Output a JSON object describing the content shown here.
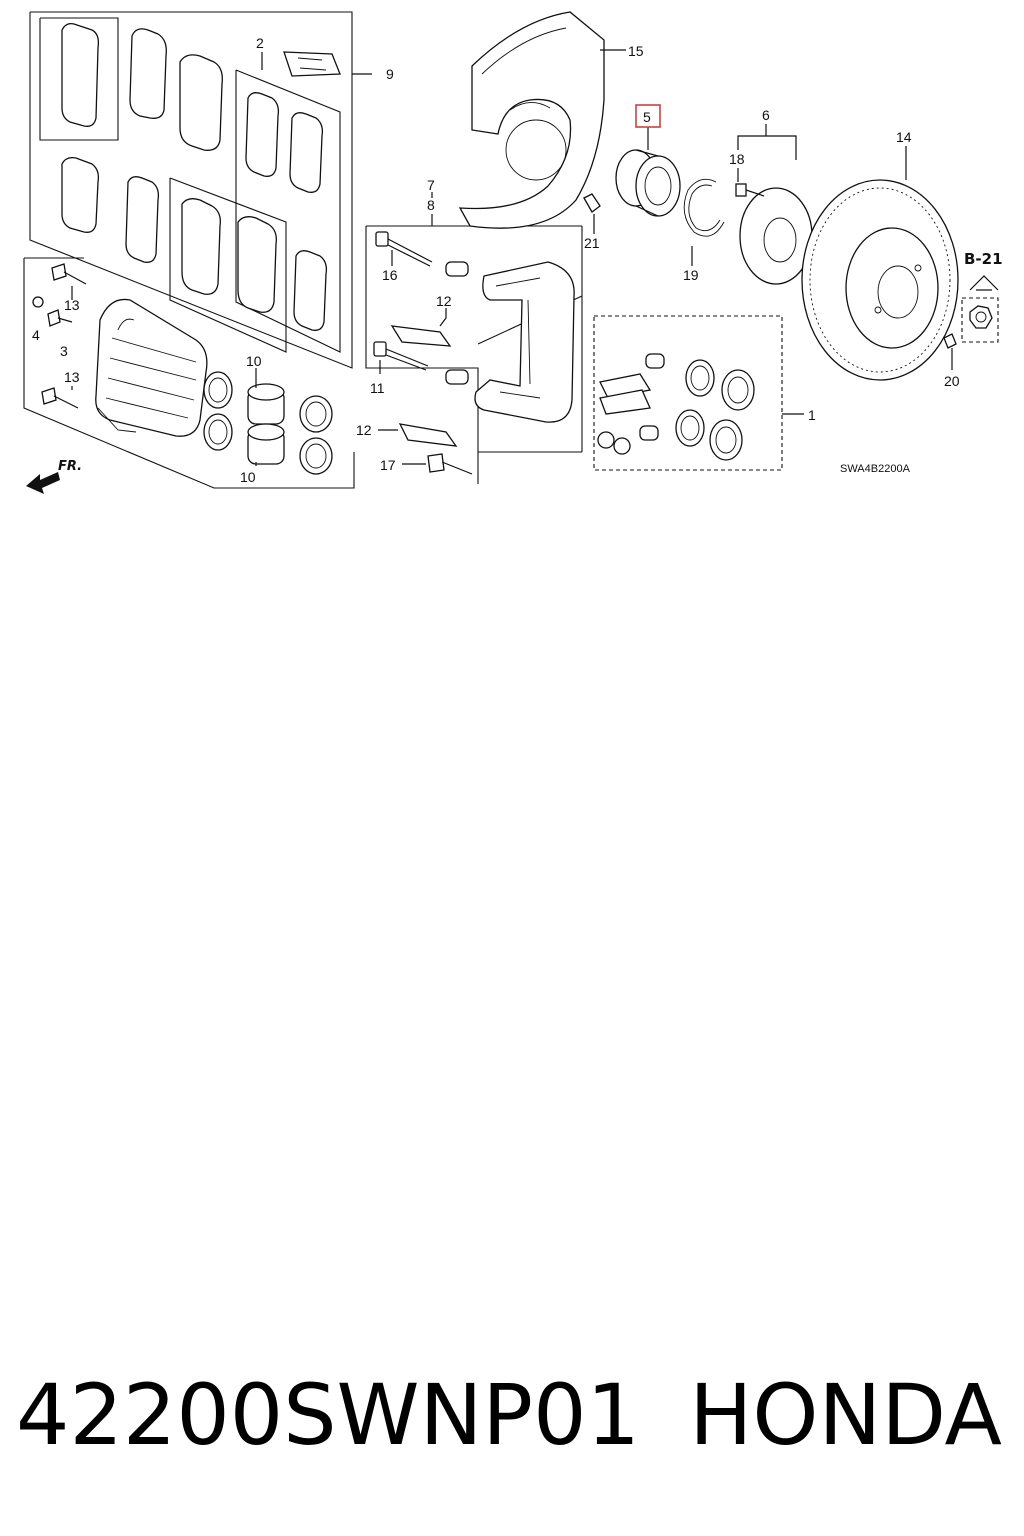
{
  "diagram": {
    "callouts": {
      "c1": "1",
      "c2": "2",
      "c3": "3",
      "c4": "4",
      "c5": "5",
      "c6": "6",
      "c7": "7",
      "c8": "8",
      "c9": "9",
      "c10a": "10",
      "c10b": "10",
      "c11": "11",
      "c12a": "12",
      "c12b": "12",
      "c13a": "13",
      "c13b": "13",
      "c14": "14",
      "c15": "15",
      "c16": "16",
      "c17": "17",
      "c18": "18",
      "c19": "19",
      "c20": "20",
      "c21": "21"
    },
    "reference": "B-21",
    "front_marker": "FR.",
    "drawing_code": "SWA4B2200A",
    "highlight_color": "#d04040"
  },
  "caption": {
    "part_number": "42200SWNP01",
    "brand": "HONDA"
  }
}
